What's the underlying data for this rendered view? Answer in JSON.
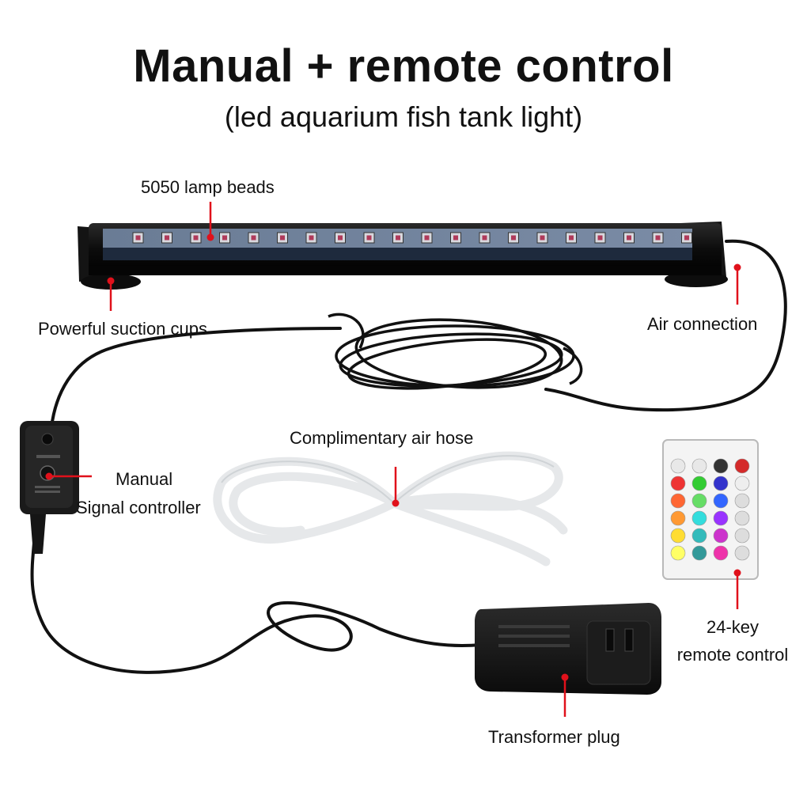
{
  "header": {
    "title": "Manual + remote control",
    "subtitle": "(led aquarium fish tank light)"
  },
  "labels": {
    "lamp_beads": "5050 lamp beads",
    "suction_cups": "Powerful suction cups",
    "air_connection": "Air connection",
    "air_hose": "Complimentary air hose",
    "manual_line1": "Manual",
    "manual_line2": "Signal controller",
    "remote_line1": "24-key",
    "remote_line2": "remote control",
    "transformer": "Transformer plug"
  },
  "colors": {
    "callout": "#e0111b",
    "product": "#111111"
  }
}
